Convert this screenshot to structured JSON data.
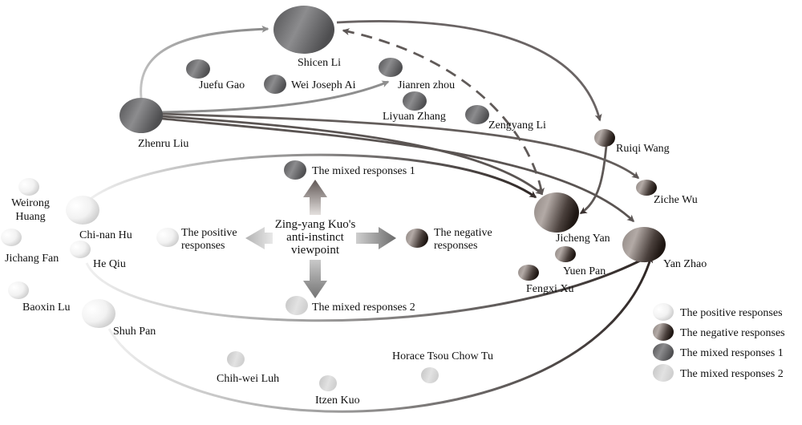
{
  "diagram": {
    "center": {
      "lines": [
        "Zing-yang Kuo's",
        "anti-instinct",
        "viewpoint"
      ]
    },
    "axes": {
      "up": "The mixed responses 1",
      "left": [
        "The positive",
        "responses"
      ],
      "right": [
        "The negative",
        "responses"
      ],
      "down": "The mixed responses 2"
    },
    "categories": {
      "positive": {
        "label": "The positive responses",
        "color_light": "#ffffff",
        "color_dark": "#c8c8c8"
      },
      "negative": {
        "label": "The negative responses",
        "color_light": "#b4aaa6",
        "color_dark": "#231a16"
      },
      "mixed1": {
        "label": "The mixed responses 1",
        "color_light": "#9a9a9c",
        "color_dark": "#4a4a4c"
      },
      "mixed2": {
        "label": "The mixed responses 2",
        "color_light": "#e6e6e6",
        "color_dark": "#b6b6b6"
      }
    },
    "people": [
      {
        "id": "shicen",
        "name": "Shicen Li",
        "category": "mixed1"
      },
      {
        "id": "juefu",
        "name": "Juefu Gao",
        "category": "mixed1"
      },
      {
        "id": "weijoseph",
        "name": "Wei Joseph Ai",
        "category": "mixed1"
      },
      {
        "id": "jianren",
        "name": "Jianren zhou",
        "category": "mixed1"
      },
      {
        "id": "liyuan",
        "name": "Liyuan Zhang",
        "category": "mixed1"
      },
      {
        "id": "zengyang",
        "name": "Zengyang Li",
        "category": "mixed1"
      },
      {
        "id": "zhenru",
        "name": "Zhenru Liu",
        "category": "mixed1"
      },
      {
        "id": "ruiqi",
        "name": "Ruiqi Wang",
        "category": "negative"
      },
      {
        "id": "ziche",
        "name": "Ziche Wu",
        "category": "negative"
      },
      {
        "id": "jicheng",
        "name": "Jicheng Yan",
        "category": "negative"
      },
      {
        "id": "yanzhao",
        "name": "Yan Zhao",
        "category": "negative"
      },
      {
        "id": "yuenpan",
        "name": "Yuen Pan",
        "category": "negative"
      },
      {
        "id": "fengxi",
        "name": "Fengxi Xu",
        "category": "negative"
      },
      {
        "id": "weirong",
        "name": "Weirong Huang",
        "category": "positive"
      },
      {
        "id": "chinan",
        "name": "Chi-nan Hu",
        "category": "positive"
      },
      {
        "id": "jichang",
        "name": "Jichang Fan",
        "category": "positive"
      },
      {
        "id": "heqiu",
        "name": "He Qiu",
        "category": "positive"
      },
      {
        "id": "baoxin",
        "name": "Baoxin Lu",
        "category": "positive"
      },
      {
        "id": "shuhpan",
        "name": "Shuh Pan",
        "category": "positive"
      },
      {
        "id": "chihwei",
        "name": "Chih-wei Luh",
        "category": "mixed2"
      },
      {
        "id": "itzen",
        "name": "Itzen Kuo",
        "category": "mixed2"
      },
      {
        "id": "horace",
        "name": "Horace Tsou Chow Tu",
        "category": "mixed2"
      }
    ],
    "relations": [
      {
        "from": "zhenru",
        "to": "shicen",
        "style": "solid"
      },
      {
        "from": "zhenru",
        "to": "jianren",
        "style": "solid"
      },
      {
        "from": "zhenru",
        "to": "jicheng",
        "style": "solid"
      },
      {
        "from": "zhenru",
        "to": "yanzhao",
        "style": "solid"
      },
      {
        "from": "zhenru",
        "to": "ziche",
        "style": "solid"
      },
      {
        "from": "shicen",
        "to": "ruiqi",
        "style": "solid"
      },
      {
        "from": "jicheng",
        "to": "shicen",
        "style": "dashed"
      },
      {
        "from": "shicen",
        "to": "jicheng",
        "style": "dashed"
      },
      {
        "from": "ruiqi",
        "to": "jicheng",
        "style": "solid"
      },
      {
        "from": "chinan",
        "to": "jicheng",
        "style": "solid"
      },
      {
        "from": "heqiu",
        "to": "yanzhao",
        "style": "solid"
      },
      {
        "from": "shuhpan",
        "to": "yanzhao",
        "style": "solid"
      }
    ],
    "legend": [
      {
        "category": "positive",
        "label": "The positive responses"
      },
      {
        "category": "negative",
        "label": "The negative responses"
      },
      {
        "category": "mixed1",
        "label": "The mixed responses 1"
      },
      {
        "category": "mixed2",
        "label": "The mixed responses 2"
      }
    ]
  }
}
